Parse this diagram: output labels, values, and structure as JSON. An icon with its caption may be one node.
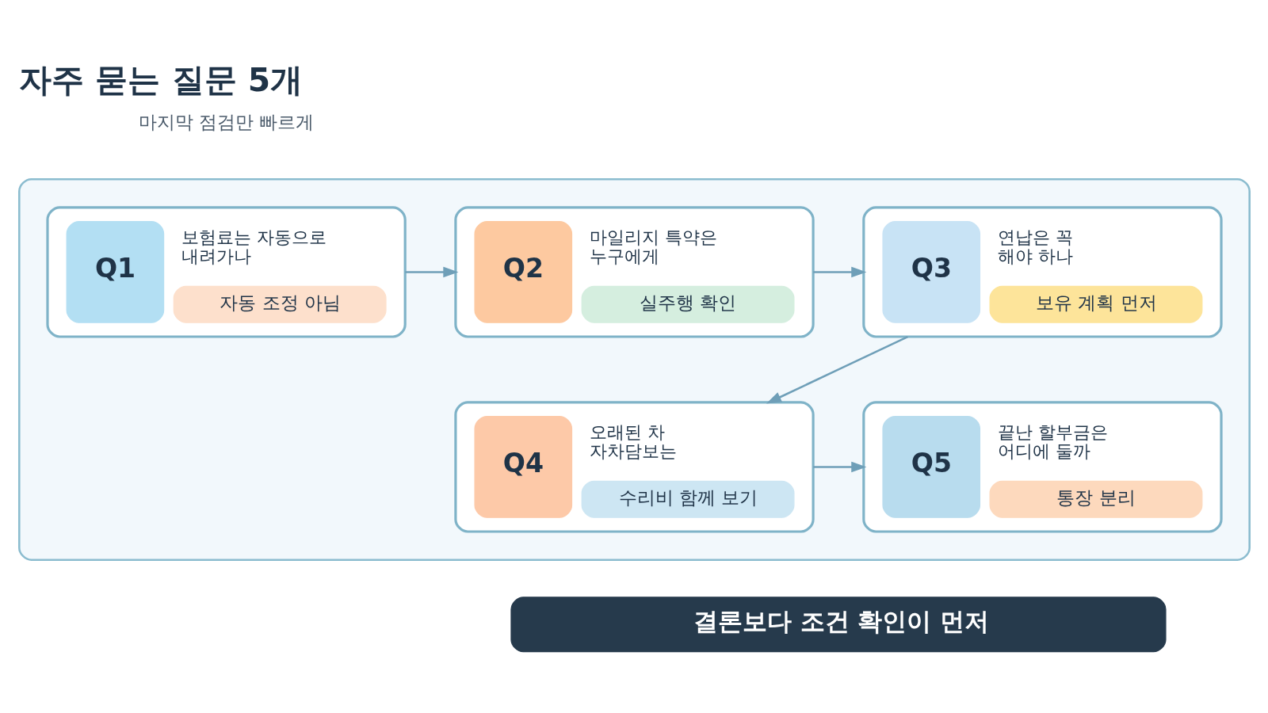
{
  "diagram": {
    "title": "자주 묻는 질문 5개",
    "nodes": [
      {
        "text": [],
        "shape": "box"
      },
      {
        "text": [
          "Q1",
          "보험료는 자동으로 내려가나",
          "자동 조정 아님"
        ],
        "in": 0
      },
      {
        "text": [
          "Q2",
          "마일리지 특약은 누구에게",
          "실주행 확인"
        ],
        "in": 0
      },
      {
        "text": [
          "Q3",
          "연납은 꼭 해야 하나",
          "보유 계획 먼저"
        ],
        "in": 0
      },
      {
        "text": [
          "Q4",
          "오래된 차 자차담보는",
          "수리비 함께 보기"
        ],
        "in": 0
      },
      {
        "text": [
          "Q5",
          "끝난 할부금은 어디에 둘까",
          "통장 분리"
        ],
        "in": 0
      },
      {
        "text": [
          "결론보다 조건 확인이 먼저"
        ]
      }
    ],
    "edges": [
      {
        "from": 1,
        "to": 2,
        "arrow": "to"
      },
      {
        "from": 2,
        "to": 3,
        "arrow": "to"
      },
      {
        "from": 3,
        "to": 4,
        "arrow": "to"
      },
      {
        "from": 4,
        "to": 5,
        "arrow": "to"
      }
    ],
    "labels": [
      "마지막 점검만 빠르게"
    ]
  }
}
